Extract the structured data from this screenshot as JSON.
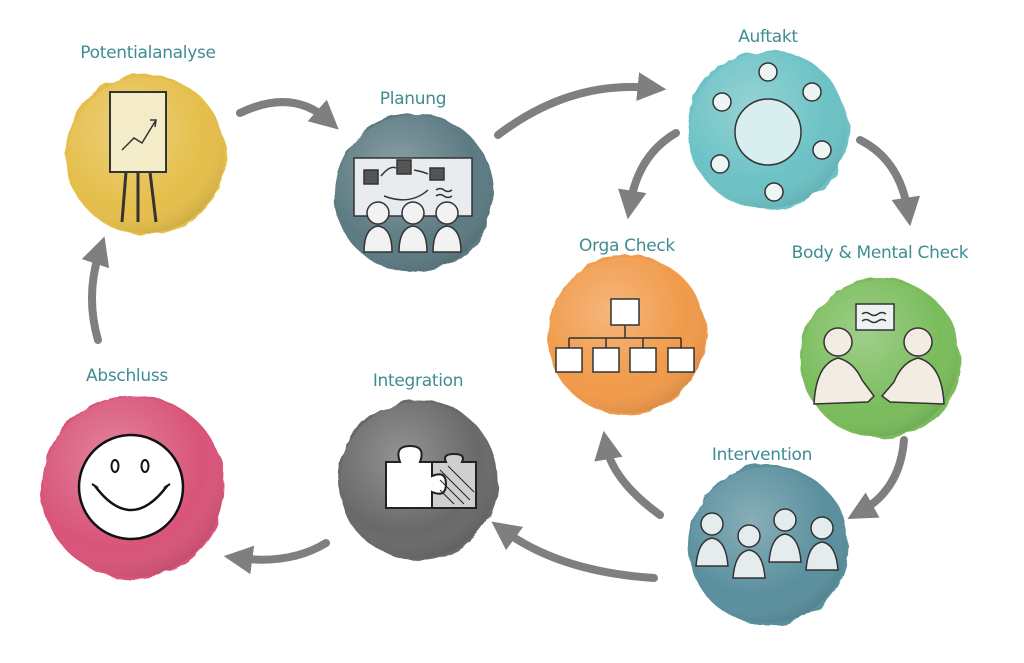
{
  "stages": {
    "potentialanalyse": {
      "label": "Potentialanalyse",
      "color": "#e3b83a",
      "icon": "flipchart-icon"
    },
    "planung": {
      "label": "Planung",
      "color": "#4f6f78",
      "icon": "whiteboard-team-icon"
    },
    "auftakt": {
      "label": "Auftakt",
      "color": "#5ebdc0",
      "icon": "round-table-icon"
    },
    "orga_check": {
      "label": "Orga Check",
      "color": "#f0913a",
      "icon": "org-chart-icon"
    },
    "body_mental_check": {
      "label": "Body & Mental Check",
      "color": "#6fb64f",
      "icon": "handshake-icon"
    },
    "intervention": {
      "label": "Intervention",
      "color": "#4d8696",
      "icon": "group-icon"
    },
    "integration": {
      "label": "Integration",
      "color": "#5c5c5c",
      "icon": "puzzle-icon"
    },
    "abschluss": {
      "label": "Abschluss",
      "color": "#d5456c",
      "icon": "smiley-icon"
    }
  },
  "label_color": "#3f8c92",
  "arrow_color": "#7f7f7f"
}
